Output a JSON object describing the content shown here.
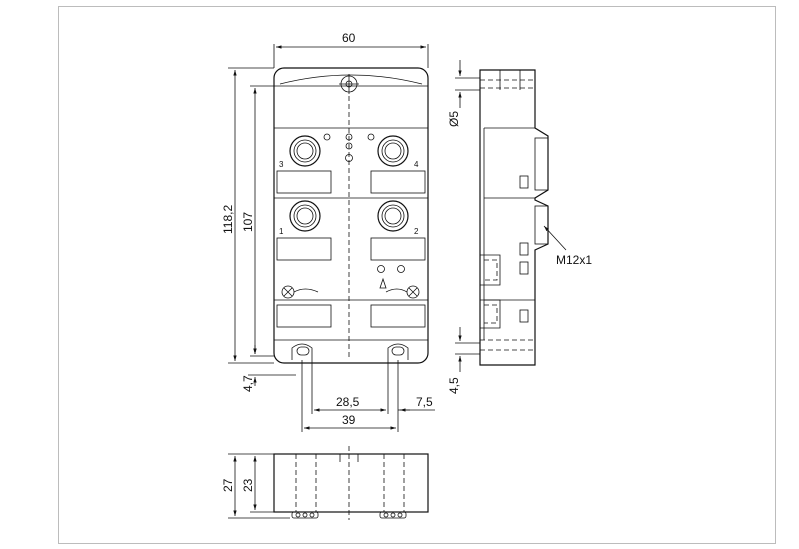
{
  "drawing": {
    "dimensions": {
      "width_60": "60",
      "height_118_2": "118,2",
      "height_107": "107",
      "offset_4_7": "4,7",
      "hole_spacing_28_5": "28,5",
      "edge_7_5": "7,5",
      "hole_span_39": "39",
      "diameter_5": "Ø5",
      "offset_4_5": "4,5",
      "thread_m12": "M12x1",
      "height_27": "27",
      "height_23": "23"
    },
    "port_numbers": [
      "1",
      "2",
      "3",
      "4"
    ]
  }
}
